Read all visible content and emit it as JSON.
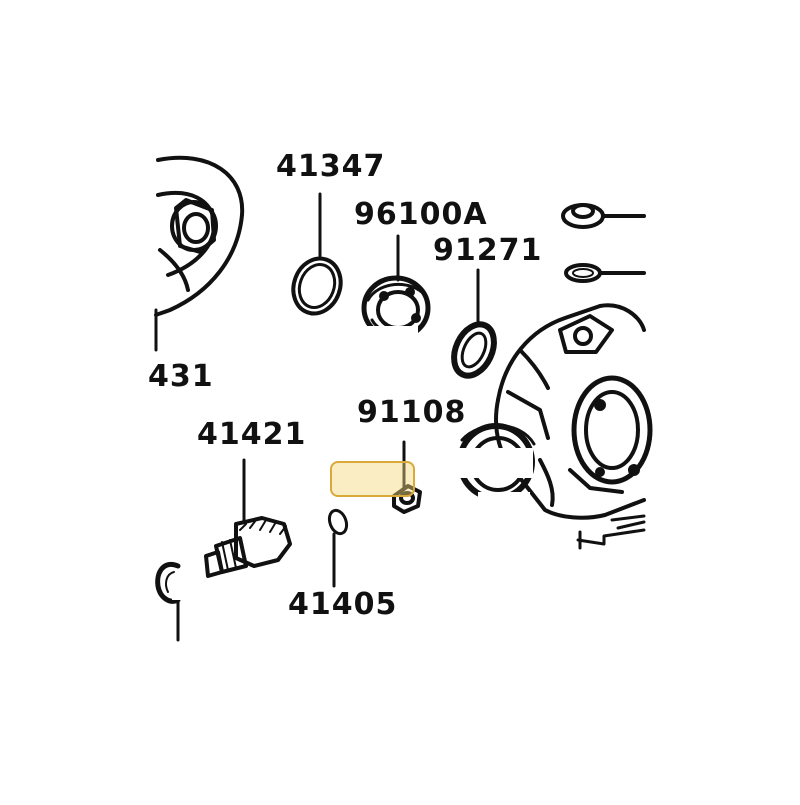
{
  "diagram": {
    "part_labels": [
      {
        "id": "p41347",
        "text": "41347"
      },
      {
        "id": "p96100a",
        "text": "96100A"
      },
      {
        "id": "p91271",
        "text": "91271"
      },
      {
        "id": "p431",
        "text": "431"
      },
      {
        "id": "p91108",
        "text": "91108"
      },
      {
        "id": "p41421",
        "text": "41421"
      },
      {
        "id": "p41405",
        "text": "41405"
      }
    ],
    "colors": {
      "line": "#111111",
      "highlight_fill": "#f6d67a",
      "highlight_border": "#d9a93a"
    }
  }
}
